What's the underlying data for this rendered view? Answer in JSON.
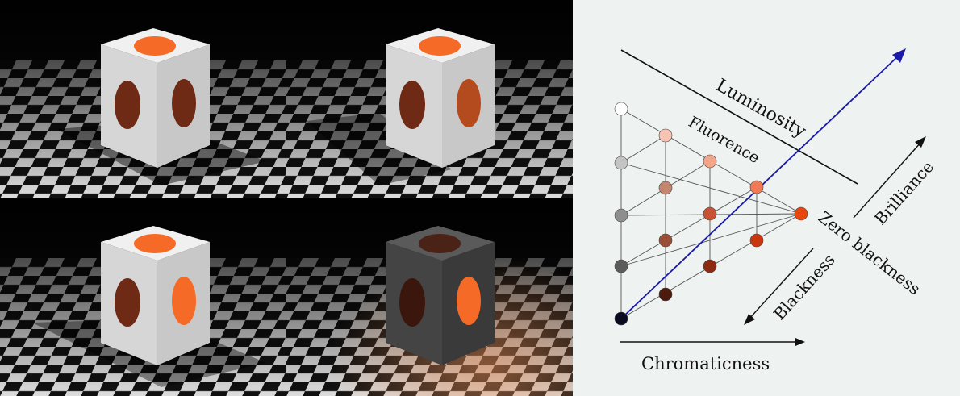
{
  "diagram": {
    "labels": {
      "luminosity": "Luminosity",
      "fluorence": "Fluorence",
      "zero_blackness": "Zero blackness",
      "brilliance": "Brilliance",
      "blackness": "Blackness",
      "chromaticness": "Chromaticness"
    },
    "grid_colors": [
      [
        "#ffffff"
      ],
      [
        "#c4c4c4",
        "#f7c4b4"
      ],
      [
        "#8e8e8e",
        "#c58670",
        "#f3a58a"
      ],
      [
        "#5b5b5b",
        "#9a4e35",
        "#c85233",
        "#ef7a55"
      ],
      [
        "#0a0a20",
        "#4d1a0e",
        "#8c2a12",
        "#c9360f",
        "#e8450f"
      ]
    ]
  },
  "panels": {
    "cube_top_color": "#f56a26",
    "panel_a": {
      "top": "#f56a26",
      "left": "#6e2a14",
      "right": "#6e2a14",
      "cube": "#e0e0e0"
    },
    "panel_b": {
      "top": "#f56a26",
      "left": "#6e2a14",
      "right": "#b44b1e",
      "cube": "#e0e0e0"
    },
    "panel_c": {
      "top": "#f56a26",
      "left": "#6e2a14",
      "right": "#f56a26",
      "cube": "#e0e0e0"
    },
    "panel_d": {
      "top": "#4a2216",
      "left": "#3a160c",
      "right": "#f56a26",
      "cube": "#4b4b4b"
    }
  }
}
